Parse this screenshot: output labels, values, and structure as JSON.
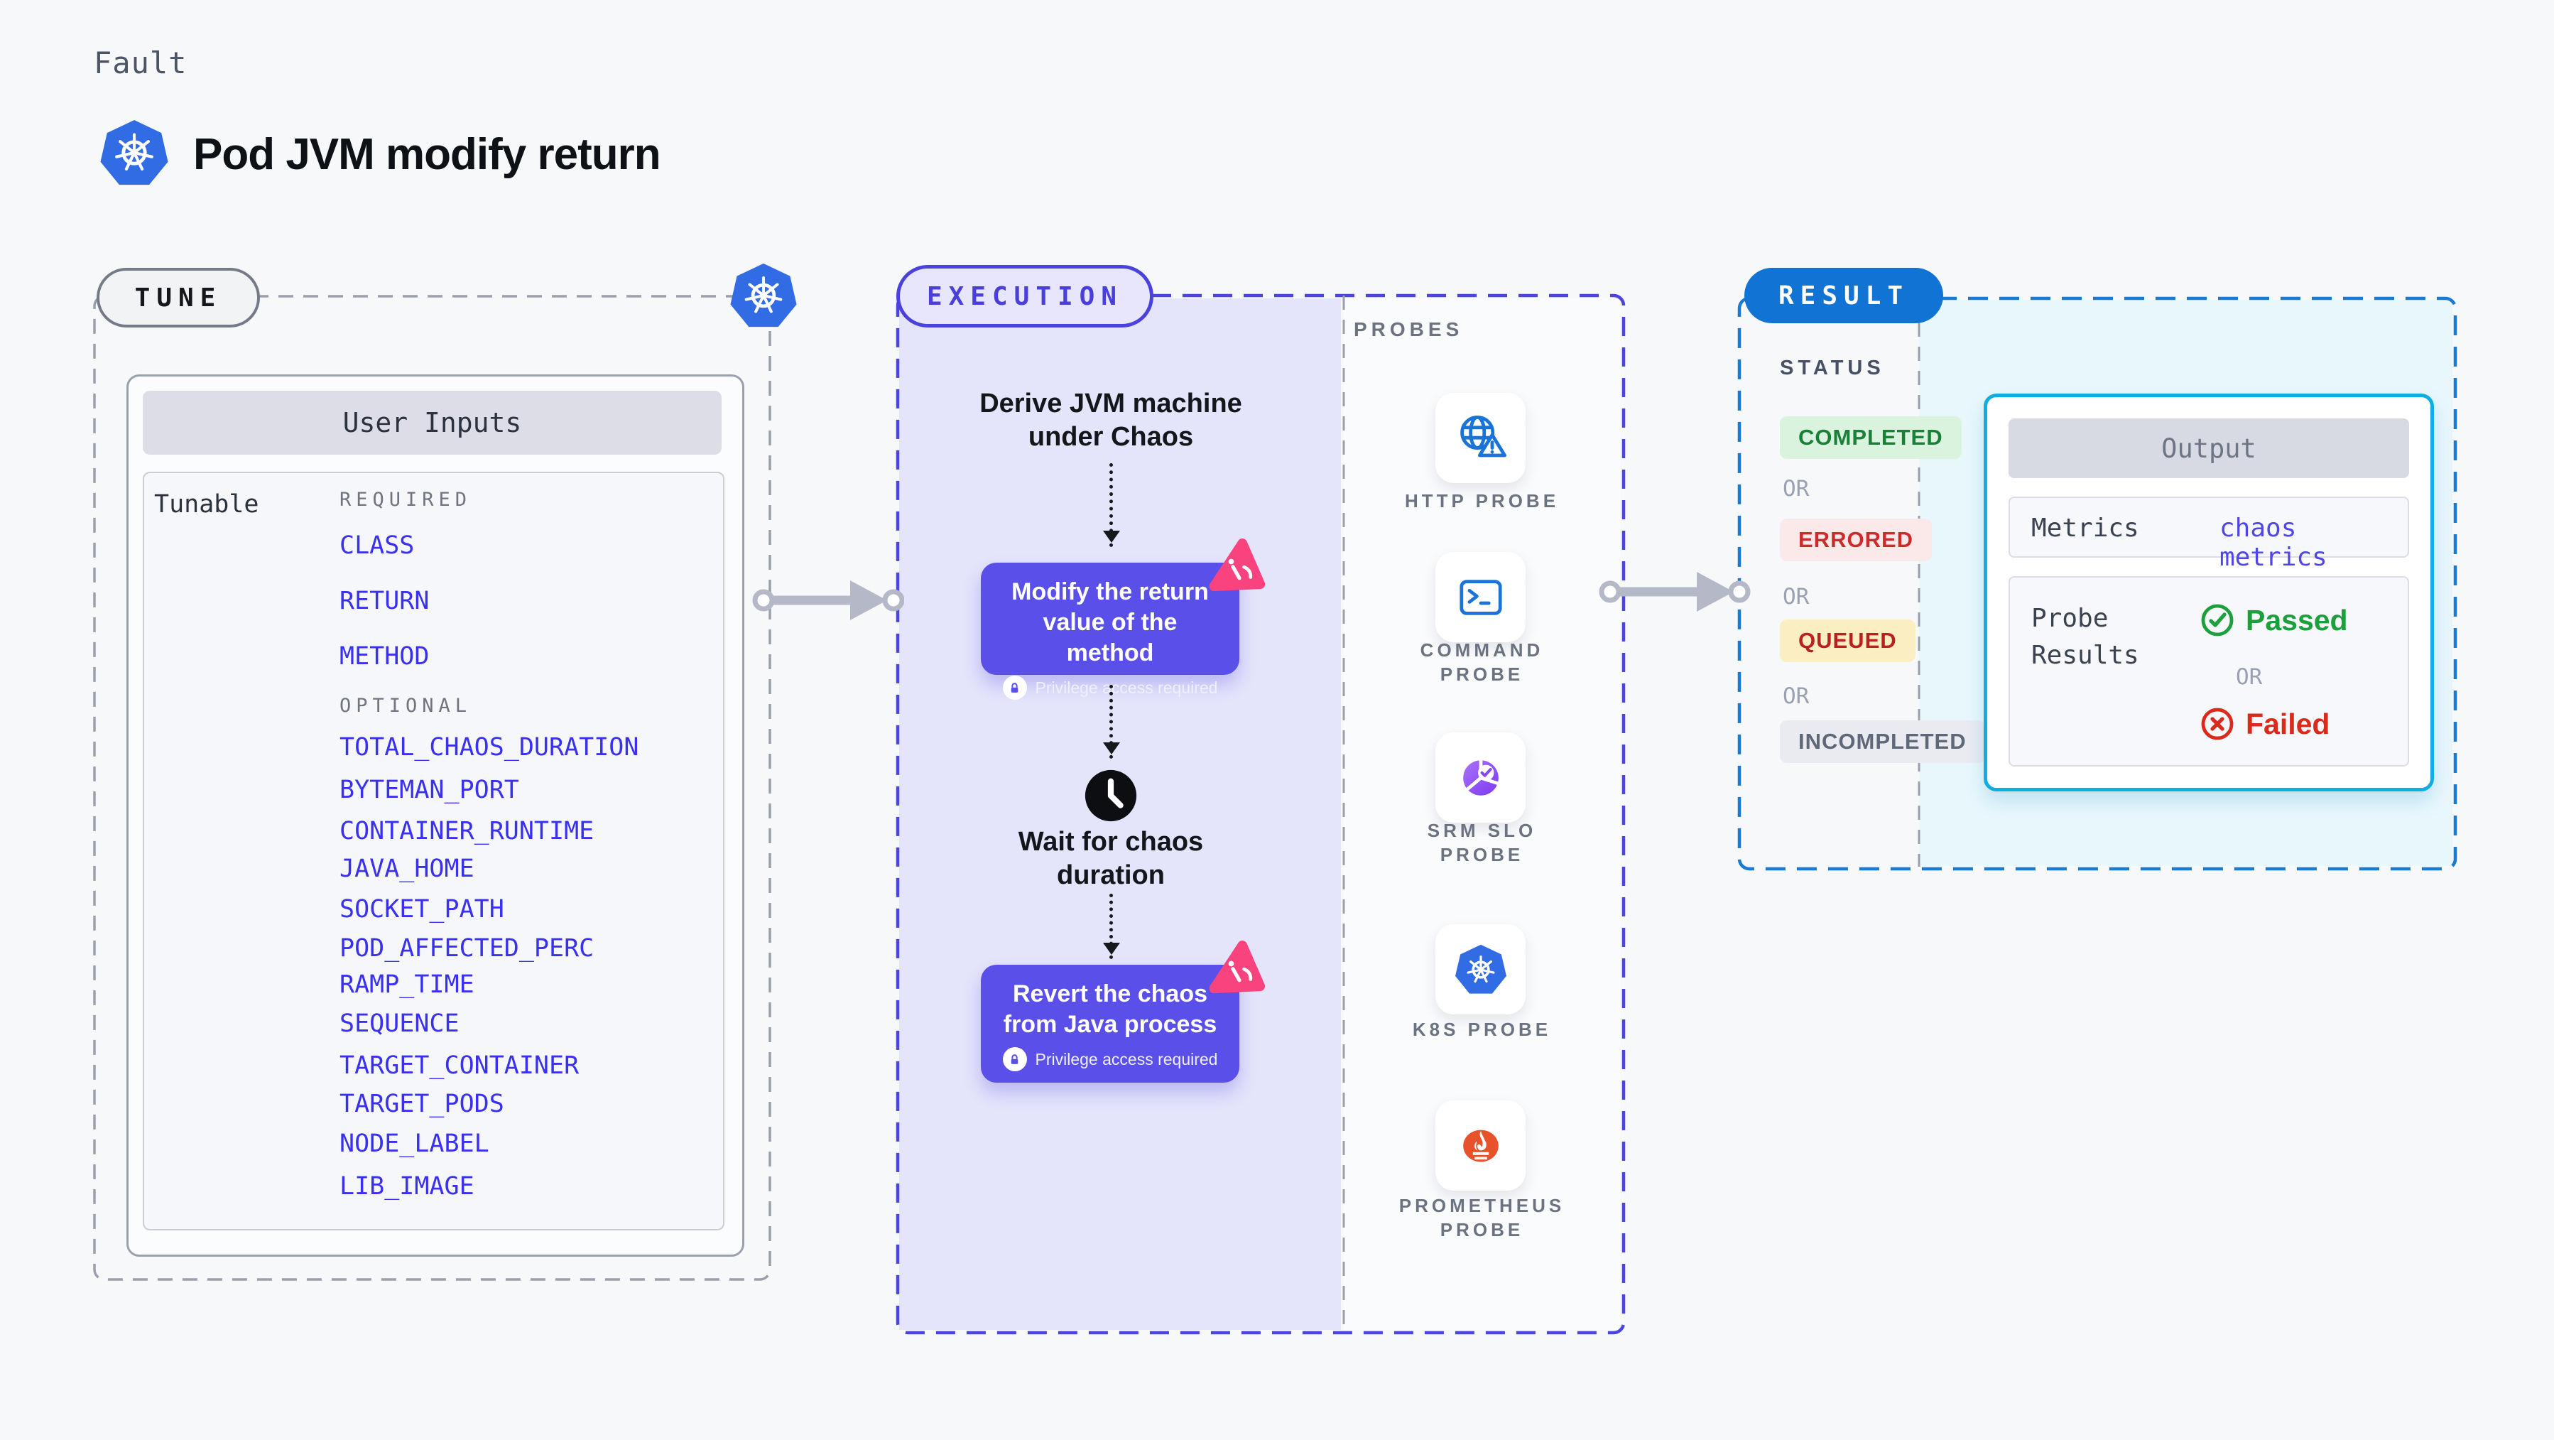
{
  "header": {
    "eyebrow": "Fault",
    "title": "Pod JVM modify return"
  },
  "tune": {
    "pill": "TUNE",
    "card_title": "User Inputs",
    "row_label": "Tunable",
    "required_label": "REQUIRED",
    "optional_label": "OPTIONAL",
    "required": [
      "CLASS",
      "RETURN",
      "METHOD"
    ],
    "optional": [
      "TOTAL_CHAOS_DURATION",
      "BYTEMAN_PORT",
      "CONTAINER_RUNTIME",
      "JAVA_HOME",
      "SOCKET_PATH",
      "POD_AFFECTED_PERC",
      "RAMP_TIME",
      "SEQUENCE",
      "TARGET_CONTAINER",
      "TARGET_PODS",
      "NODE_LABEL",
      "LIB_IMAGE"
    ]
  },
  "execution": {
    "pill": "EXECUTION",
    "derive_step": "Derive JVM machine\nunder Chaos",
    "modify_step": "Modify the return value of the method",
    "wait_step": "Wait for chaos\nduration",
    "revert_step": "Revert the chaos from Java process",
    "privilege_note": "Privilege access required"
  },
  "probes": {
    "label": "PROBES",
    "items": [
      {
        "name": "http-probe",
        "label": "HTTP PROBE"
      },
      {
        "name": "command-probe",
        "label": "COMMAND\nPROBE"
      },
      {
        "name": "srm-slo-probe",
        "label": "SRM SLO\nPROBE"
      },
      {
        "name": "k8s-probe",
        "label": "K8S PROBE"
      },
      {
        "name": "prometheus-probe",
        "label": "PROMETHEUS\nPROBE"
      }
    ]
  },
  "result": {
    "pill": "RESULT",
    "status_label": "STATUS",
    "or_label": "OR",
    "statuses": [
      {
        "label": "COMPLETED",
        "fg": "#1a7f37",
        "bg": "#daf3de"
      },
      {
        "label": "ERRORED",
        "fg": "#cd2b2b",
        "bg": "#fbe9e9"
      },
      {
        "label": "QUEUED",
        "fg": "#b92121",
        "bg": "#fbeec3"
      },
      {
        "label": "INCOMPLETED",
        "fg": "#5f6879",
        "bg": "#e9ebf1"
      }
    ],
    "output": {
      "title": "Output",
      "metrics_label": "Metrics",
      "metrics_link": "chaos metrics",
      "probe_results_label": "Probe\nResults",
      "passed": "Passed",
      "failed": "Failed"
    }
  },
  "colors": {
    "page_bg": "#f7f8fa",
    "kubernetes_blue": "#326CE5",
    "execution_indigo": "#4b41dd",
    "execution_panel": "#e4e4fb",
    "chaos_box": "#5a50e9",
    "chaos_pink": "#f9437e",
    "result_blue": "#1173d3",
    "result_panel": "#e8f7fc",
    "output_border": "#10ade0",
    "probe_icon_blue": "#1a74d8",
    "prometheus_orange": "#e8522a",
    "passed_green": "#1ca03c",
    "failed_red": "#da2a1c",
    "connector_gray": "#b4b8c7"
  }
}
